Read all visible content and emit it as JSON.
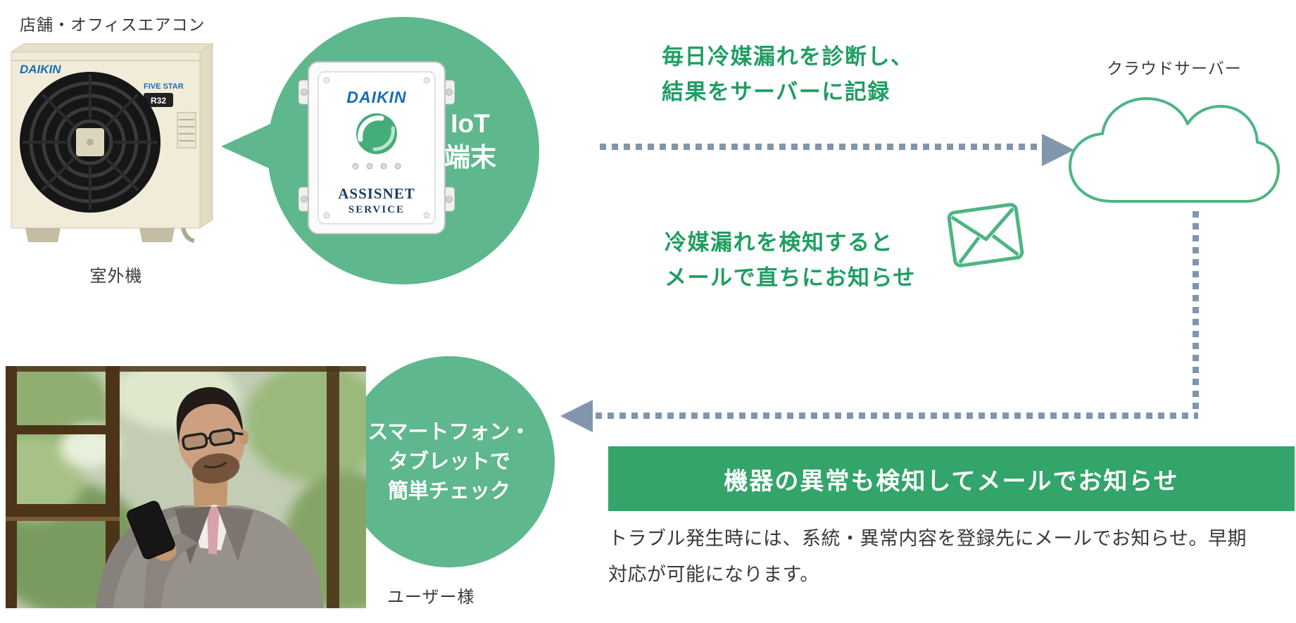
{
  "colors": {
    "bubble_green": "#5eb78d",
    "banner_green": "#33a46a",
    "headline_green": "#1f9e62",
    "outline_green": "#4db583",
    "arrow_gray_blue": "#8195ad",
    "text_dark": "#3a3a3a"
  },
  "aircon_section": {
    "title": "店舗・オフィスエアコン",
    "unit_caption": "室外機",
    "unit": {
      "brand": "DAIKIN",
      "series": "FIVE STAR",
      "refrigerant": "R32"
    }
  },
  "iot": {
    "label_line1": "IoT",
    "label_line2": "端末",
    "device": {
      "brand": "DAIKIN",
      "service_line1": "ASSISNET",
      "service_line2": "SERVICE"
    }
  },
  "cloud": {
    "label": "クラウドサーバー"
  },
  "flow_record": {
    "line1": "毎日冷媒漏れを診断し、",
    "line2": "結果をサーバーに記録"
  },
  "flow_notify": {
    "line1": "冷媒漏れを検知すると",
    "line2": "メールで直ちにお知らせ"
  },
  "check_bubble": {
    "line1": "スマートフォン・",
    "line2": "タブレットで",
    "line3": "簡単チェック"
  },
  "user": {
    "caption": "ユーザー様"
  },
  "alert": {
    "banner": "機器の異常も検知してメールでお知らせ",
    "body_line1": "トラブル発生時には、系統・異常内容を登録先にメールでお知らせ。早期",
    "body_line2": "対応が可能になります。"
  }
}
